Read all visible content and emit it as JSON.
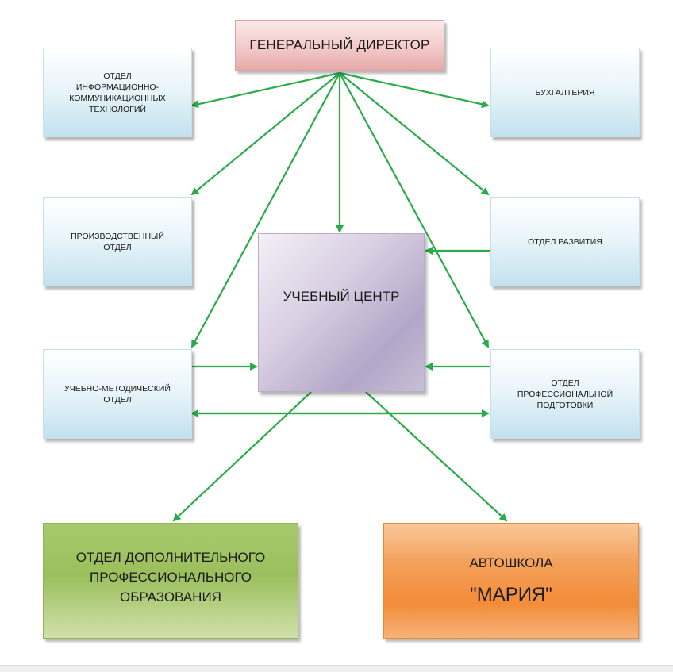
{
  "nodes": {
    "director": "ГЕНЕРАЛЬНЫЙ ДИРЕКТОР",
    "ikt": "ОТДЕЛ\nИНФОРМАЦИОННО-\nКОММУНИКАЦИОННЫХ\nТЕХНОЛОГИЙ",
    "accounting": "БУХГАЛТЕРИЯ",
    "production": "ПРОИЗВОДСТВЕННЫЙ\nОТДЕЛ",
    "development": "ОТДЕЛ  РАЗВИТИЯ",
    "training_center": "УЧЕБНЫЙ ЦЕНТР",
    "methodical": "УЧЕБНО-МЕТОДИЧЕСКИЙ\nОТДЕЛ",
    "professional": "ОТДЕЛ\nПРОФЕССИОНАЛЬНОЙ\nПОДГОТОВКИ",
    "additional_education": "ОТДЕЛ ДОПОЛНИТЕЛЬНОГО\nПРОФЕССИОНАЛЬНОГО\nОБРАЗОВАНИЯ",
    "driving_school_line1": "АВТОШКОЛА",
    "driving_school_line2": "\"МАРИЯ\""
  },
  "colors": {
    "arrow": "#2aab4a",
    "dept_fill": "#c2e2ee",
    "director_fill": "#f1c7c6",
    "center_fill": "#b4a6c8",
    "green_fill": "#9bbf5d",
    "orange_fill": "#f28c39"
  }
}
